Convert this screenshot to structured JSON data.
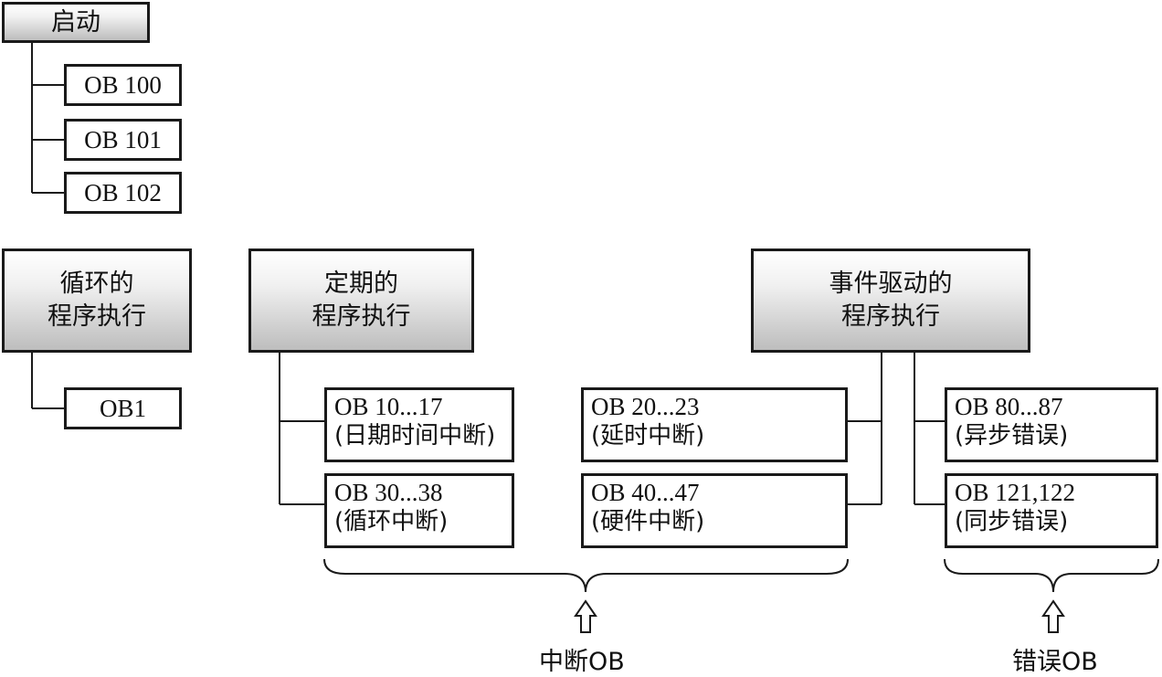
{
  "startup": {
    "title": "启动",
    "obs": [
      "OB 100",
      "OB 101",
      "OB 102"
    ]
  },
  "cyclic": {
    "line1": "循环的",
    "line2": "程序执行",
    "ob": "OB1"
  },
  "periodic": {
    "line1": "定期的",
    "line2": "程序执行",
    "ob_tod": {
      "num": "OB 10...17",
      "desc": "(日期时间中断)"
    },
    "ob_cyc": {
      "num": "OB 30...38",
      "desc": "(循环中断)"
    }
  },
  "event": {
    "line1": "事件驱动的",
    "line2": "程序执行",
    "ob_delay": {
      "num": "OB 20...23",
      "desc": "(延时中断)"
    },
    "ob_hw": {
      "num": "OB 40...47",
      "desc": "(硬件中断)"
    },
    "ob_async": {
      "num": "OB 80...87",
      "desc": "(异步错误)"
    },
    "ob_sync": {
      "num": "OB 121,122",
      "desc": "(同步错误)"
    }
  },
  "groups": {
    "interrupt_label": "中断OB",
    "error_label": "错误OB"
  }
}
